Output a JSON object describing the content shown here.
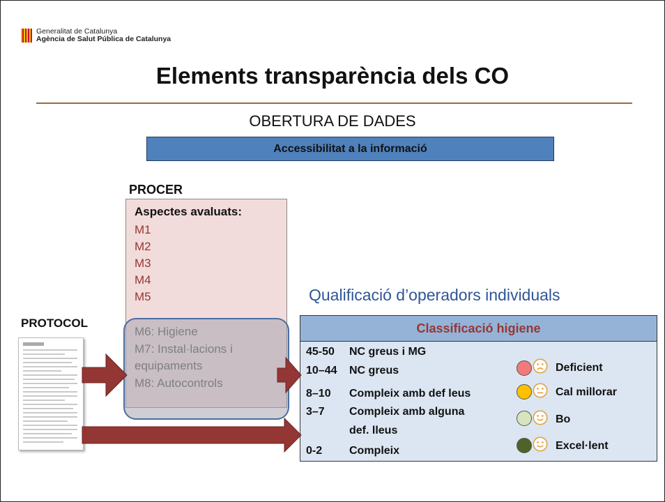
{
  "header": {
    "org_line1": "Generalitat de Catalunya",
    "org_line2": "Agència de Salut Pública de Catalunya"
  },
  "title": "Elements transparència dels CO",
  "subtitle": "OBERTURA DE DADES",
  "access_bar": "Accessibilitat a la informació",
  "procer": {
    "label": "PROCER",
    "heading": "Aspectes avaluats:",
    "items": [
      "M1",
      "M2",
      "M3",
      "M4",
      "M5"
    ],
    "highlighted_items": [
      "M6:  Higiene",
      "M7:  Instal·lacions i",
      "equipaments",
      "M8:  Autocontrols"
    ]
  },
  "protocol": {
    "label": "PROTOCOL"
  },
  "qualification": {
    "heading": "Qualificació d’operadors individuals",
    "table_title": "Classificació  higiene",
    "rows": [
      {
        "code": "45-50",
        "text": "NC greus i MG"
      },
      {
        "code": "10–44",
        "text": "NC greus"
      },
      {
        "code": "8–10",
        "text": "Compleix amb def leus"
      },
      {
        "code": "3–7",
        "text": "Compleix amb alguna"
      },
      {
        "code": "",
        "text": "def. lleus"
      },
      {
        "code": "0-2",
        "text": "Compleix"
      }
    ],
    "levels": [
      {
        "label": "Deficient",
        "color": "#f27a7a",
        "face": "sad"
      },
      {
        "label": "Cal millorar",
        "color": "#ffc000",
        "face": "neutral"
      },
      {
        "label": "Bo",
        "color": "#d7e4bd",
        "face": "happy"
      },
      {
        "label": "Excel·lent",
        "color": "#4f6228",
        "face": "happy"
      }
    ]
  },
  "colors": {
    "accent_blue": "#4f81bd",
    "arrow": "#943634",
    "procer_bg": "#f2dcdb",
    "table_bg": "#dce6f2",
    "table_head": "#95b3d7"
  }
}
